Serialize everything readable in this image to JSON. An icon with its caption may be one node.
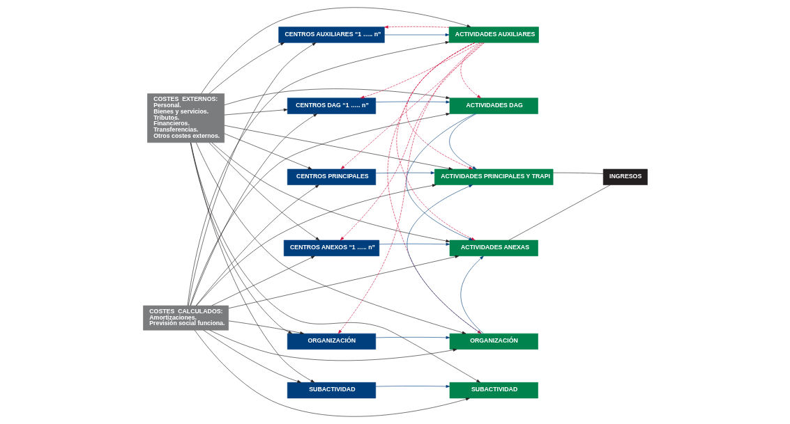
{
  "diagram": {
    "nodes": [
      {
        "text": [
          "COSTES  EXTERNOS:",
          "Personal.",
          "Bienes y servicios.",
          "Tributos.",
          "Financieros.",
          "Transferencias.",
          "Otros costes externos."
        ]
      },
      {
        "text": [
          "COSTES  CALCULADOS:",
          "Amortizaciones.",
          "Previsión social funciona."
        ]
      },
      {
        "text": [
          "CENTROS AUXILIARES “1 ….. n”"
        ]
      },
      {
        "text": [
          "ACTIVIDADES AUXILIARES"
        ]
      },
      {
        "text": [
          "CENTROS DAG “1 ….. n”"
        ]
      },
      {
        "text": [
          "ACTIVIDADES DAG"
        ]
      },
      {
        "text": [
          "CENTROS PRINCIPALES"
        ]
      },
      {
        "text": [
          "ACTIVIDADES PRINCIPALES Y TRAPI"
        ]
      },
      {
        "text": [
          "CENTROS ANEXOS “1 ….. n”"
        ]
      },
      {
        "text": [
          "ACTIVIDADES ANEXAS"
        ]
      },
      {
        "text": [
          "ORGANIZACIÓN"
        ]
      },
      {
        "text": [
          "ORGANIZACIÓN"
        ]
      },
      {
        "text": [
          "SUBACTIVIDAD"
        ]
      },
      {
        "text": [
          "SUBACTIVIDAD"
        ]
      },
      {
        "text": [
          "INGRESOS"
        ]
      }
    ],
    "edges": [
      {
        "from": 0,
        "to": 2,
        "arrow": "to"
      },
      {
        "from": 0,
        "to": 4,
        "arrow": "to"
      },
      {
        "from": 0,
        "to": 6,
        "arrow": "to"
      },
      {
        "from": 0,
        "to": 8,
        "arrow": "to"
      },
      {
        "from": 0,
        "to": 10,
        "arrow": "to"
      },
      {
        "from": 0,
        "to": 12,
        "arrow": "to"
      },
      {
        "from": 1,
        "to": 2,
        "arrow": "to"
      },
      {
        "from": 1,
        "to": 4,
        "arrow": "to"
      },
      {
        "from": 1,
        "to": 6,
        "arrow": "to"
      },
      {
        "from": 1,
        "to": 8,
        "arrow": "to"
      },
      {
        "from": 1,
        "to": 10,
        "arrow": "to"
      },
      {
        "from": 1,
        "to": 12,
        "arrow": "to"
      },
      {
        "from": 0,
        "to": 3,
        "arrow": "to"
      },
      {
        "from": 0,
        "to": 5,
        "arrow": "to"
      },
      {
        "from": 0,
        "to": 7,
        "arrow": "to"
      },
      {
        "from": 0,
        "to": 9,
        "arrow": "to"
      },
      {
        "from": 0,
        "to": 11,
        "arrow": "to"
      },
      {
        "from": 0,
        "to": 13,
        "arrow": "to"
      },
      {
        "from": 1,
        "to": 3,
        "arrow": "to"
      },
      {
        "from": 1,
        "to": 5,
        "arrow": "to"
      },
      {
        "from": 1,
        "to": 7,
        "arrow": "to"
      },
      {
        "from": 1,
        "to": 9,
        "arrow": "to"
      },
      {
        "from": 1,
        "to": 11,
        "arrow": "to"
      },
      {
        "from": 1,
        "to": 13,
        "arrow": "to"
      },
      {
        "from": 2,
        "to": 3,
        "arrow": "to",
        "color": "#003f7d"
      },
      {
        "from": 4,
        "to": 5,
        "arrow": "to",
        "color": "#003f7d"
      },
      {
        "from": 6,
        "to": 7,
        "arrow": "to",
        "color": "#003f7d"
      },
      {
        "from": 8,
        "to": 9,
        "arrow": "to",
        "color": "#003f7d"
      },
      {
        "from": 10,
        "to": 11,
        "arrow": "to",
        "color": "#003f7d"
      },
      {
        "from": 12,
        "to": 13,
        "arrow": "to",
        "color": "#003f7d"
      },
      {
        "from": 5,
        "to": 7,
        "arrow": "to",
        "color": "#003f7d"
      },
      {
        "from": 5,
        "to": 9,
        "arrow": "to",
        "color": "#003f7d"
      },
      {
        "from": 11,
        "to": 7,
        "arrow": "to",
        "color": "#003f7d"
      },
      {
        "from": 11,
        "to": 9,
        "arrow": "to",
        "color": "#003f7d"
      },
      {
        "from": 3,
        "to": 2,
        "arrow": "to",
        "style": "dashed",
        "color": "#d2123f"
      },
      {
        "from": 3,
        "to": 4,
        "arrow": "to",
        "style": "dashed",
        "color": "#d2123f"
      },
      {
        "from": 3,
        "to": 6,
        "arrow": "to",
        "style": "dashed",
        "color": "#d2123f"
      },
      {
        "from": 3,
        "to": 8,
        "arrow": "to",
        "style": "dashed",
        "color": "#d2123f"
      },
      {
        "from": 3,
        "to": 10,
        "arrow": "to",
        "style": "dashed",
        "color": "#d2123f"
      },
      {
        "from": 3,
        "to": 5,
        "arrow": "to",
        "style": "dashed",
        "color": "#d2123f"
      },
      {
        "from": 3,
        "to": 7,
        "arrow": "to",
        "style": "dashed",
        "color": "#d2123f"
      },
      {
        "from": 3,
        "to": 9,
        "arrow": "to",
        "style": "dashed",
        "color": "#d2123f"
      },
      {
        "from": 3,
        "to": 11,
        "arrow": "to",
        "style": "dashed",
        "color": "#d2123f"
      },
      {
        "from": 14,
        "to": 7,
        "arrow": "none"
      },
      {
        "from": 14,
        "to": 9,
        "arrow": "none"
      }
    ]
  }
}
